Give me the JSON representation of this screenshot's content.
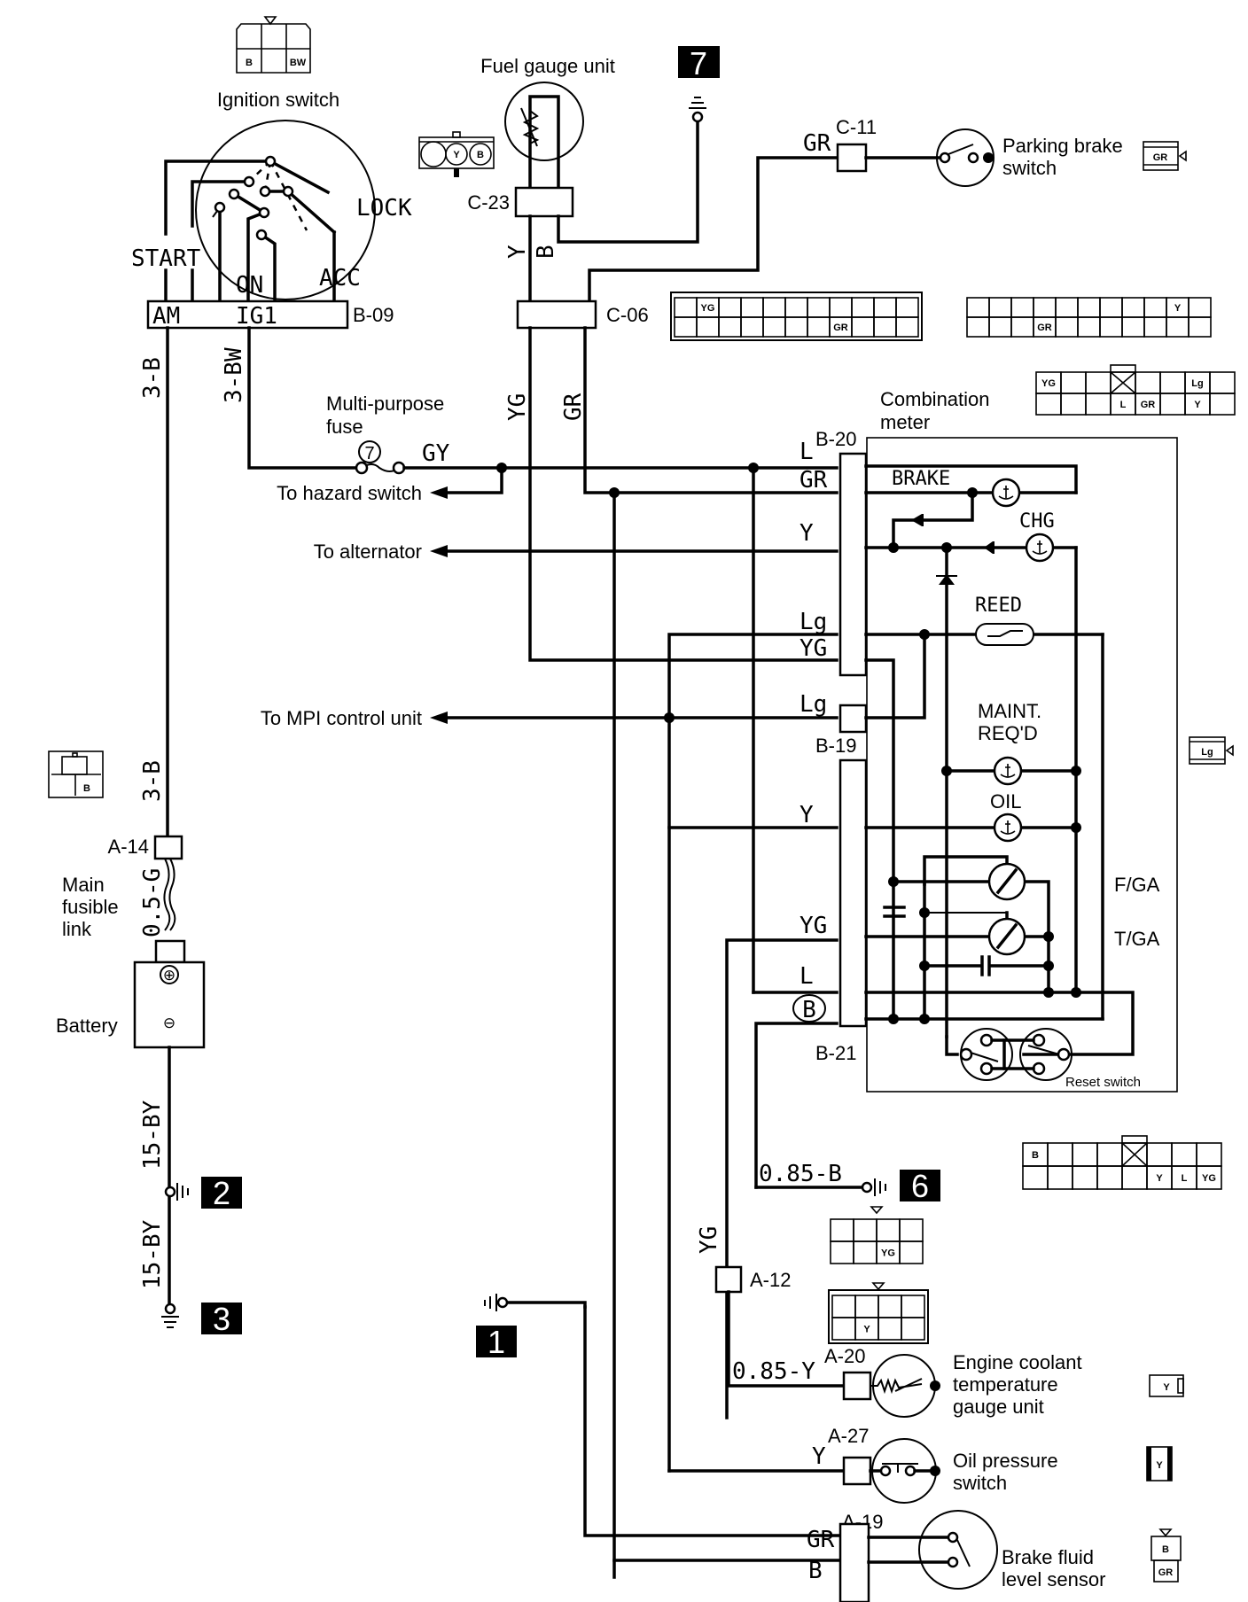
{
  "components": {
    "ignition_switch": {
      "label": "Ignition switch",
      "connector": "B-09",
      "positions": [
        "START",
        "ON",
        "ACC",
        "LOCK"
      ],
      "terminals": [
        "AM",
        "IG1"
      ],
      "connector_pins": [
        "B",
        "",
        "BW"
      ]
    },
    "fuel_gauge_unit": {
      "label": "Fuel gauge unit",
      "connector": "C-23",
      "connector_pins": [
        "",
        "Y",
        "B"
      ]
    },
    "parking_brake_switch": {
      "label_line1": "Parking brake",
      "label_line2": "switch",
      "connector": "C-11",
      "wire": "GR",
      "connector_pin": "GR"
    },
    "junction_c06": {
      "connector": "C-06"
    },
    "multipurpose_fuse": {
      "label_line1": "Multi-purpose",
      "label_line2": "fuse",
      "number": "7",
      "wire": "GY"
    },
    "combination_meter": {
      "label_line1": "Combination",
      "label_line2": "meter",
      "connectors": [
        "B-20",
        "B-19",
        "B-21"
      ],
      "indicators": [
        "BRAKE",
        "CHG",
        "REED",
        "MAINT.",
        "REQ'D",
        "OIL",
        "F/GA",
        "T/GA"
      ],
      "reset_switch": "Reset switch",
      "b20_wires": [
        "L",
        "GR",
        "Y",
        "Lg",
        "YG"
      ],
      "b19_wire": "Lg",
      "b21_wires": [
        "Y",
        "YG",
        "L",
        "B"
      ]
    },
    "main_fusible_link": {
      "label_line1": "Main",
      "label_line2": "fusible",
      "label_line3": "link",
      "connector": "A-14",
      "connector_pin": "B"
    },
    "battery": {
      "label": "Battery",
      "positive": "⊕",
      "negative": "⊖"
    },
    "engine_coolant_temp_gauge_unit": {
      "label_line1": "Engine coolant",
      "label_line2": "temperature",
      "label_line3": "gauge unit",
      "connector": "A-20",
      "wire": "0.85-Y",
      "connector_pin": "Y"
    },
    "oil_pressure_switch": {
      "label_line1": "Oil pressure",
      "label_line2": "switch",
      "connector": "A-27",
      "wire": "Y",
      "connector_pin": "Y"
    },
    "brake_fluid_level_sensor": {
      "label_line1": "Brake fluid",
      "label_line2": "level sensor",
      "connector": "A-19",
      "wires": [
        "GR",
        "B"
      ],
      "connector_pins": [
        "B",
        "GR"
      ]
    },
    "junction_a12": {
      "connector": "A-12",
      "wire": "YG"
    }
  },
  "wires": {
    "am": "3-B",
    "ig1": "3-BW",
    "fusible": "0.5-G",
    "battery_ground": "15-BY",
    "fuel_y": "Y",
    "fuel_b": "B",
    "c06_yg": "YG",
    "c06_gr": "GR",
    "ground6": "0.85-B",
    "a12_yg": "YG"
  },
  "destinations": {
    "hazard": "To hazard switch",
    "alternator": "To alternator",
    "mpi": "To MPI control unit"
  },
  "ground_points": [
    "1",
    "2",
    "3",
    "6",
    "7"
  ],
  "connector_views": {
    "c06_left": {
      "row1": [
        "",
        "YG",
        "",
        "",
        "",
        "",
        "",
        "",
        "",
        "",
        ""
      ],
      "row2": [
        "",
        "",
        "",
        "",
        "",
        "",
        "",
        "GR",
        "",
        "",
        ""
      ]
    },
    "c06_right": {
      "row1": [
        "",
        "",
        "",
        "",
        "",
        "",
        "",
        "",
        "",
        "Y",
        ""
      ],
      "row2": [
        "",
        "",
        "",
        "GR",
        "",
        "",
        "",
        "",
        "",
        "",
        ""
      ]
    },
    "b20_view": {
      "row1": [
        "YG",
        "",
        "",
        "X",
        "",
        "",
        "Lg",
        ""
      ],
      "row2": [
        "",
        "",
        "",
        "L",
        "GR",
        "",
        "Y",
        ""
      ]
    },
    "b19_view": {
      "pin": "Lg"
    },
    "b21_view": {
      "row1": [
        "B",
        "",
        "",
        "",
        "X",
        "",
        "",
        ""
      ],
      "row2": [
        "",
        "",
        "",
        "",
        "",
        "Y",
        "L",
        "YG"
      ]
    },
    "a12_view": {
      "row1": [
        "",
        "",
        "",
        ""
      ],
      "row2": [
        "",
        "",
        "YG",
        ""
      ]
    },
    "a20_side_view": {
      "row1": [
        "",
        "",
        "",
        ""
      ],
      "row2": [
        "",
        "Y",
        "",
        ""
      ]
    }
  }
}
